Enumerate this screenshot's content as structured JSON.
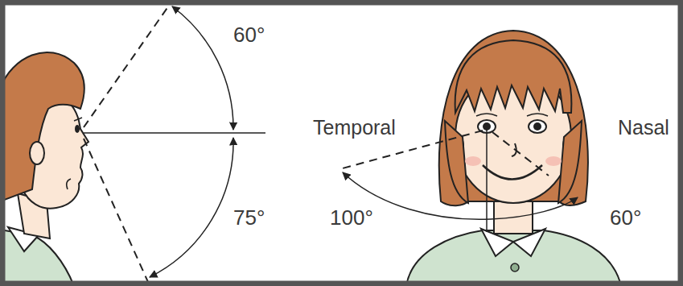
{
  "diagram": {
    "labels": [
      "60°",
      "75°",
      "Temporal",
      "Nasal",
      "100°",
      "60°"
    ]
  }
}
